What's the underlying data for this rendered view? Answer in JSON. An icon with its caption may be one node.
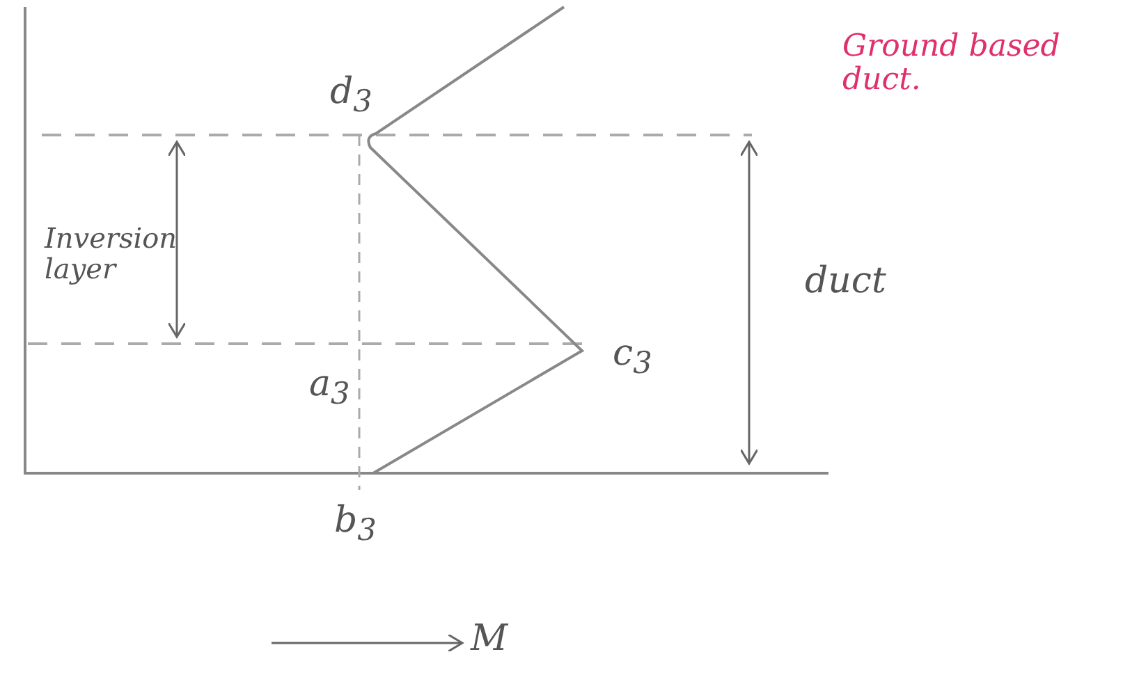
{
  "diagram": {
    "labels": [
      "d$_{3}$",
      "Ground based duct.",
      "Inversion layer",
      "duct",
      "c$_{3}$",
      "a$_{3}$",
      "b$_{3}$",
      "M"
    ]
  }
}
